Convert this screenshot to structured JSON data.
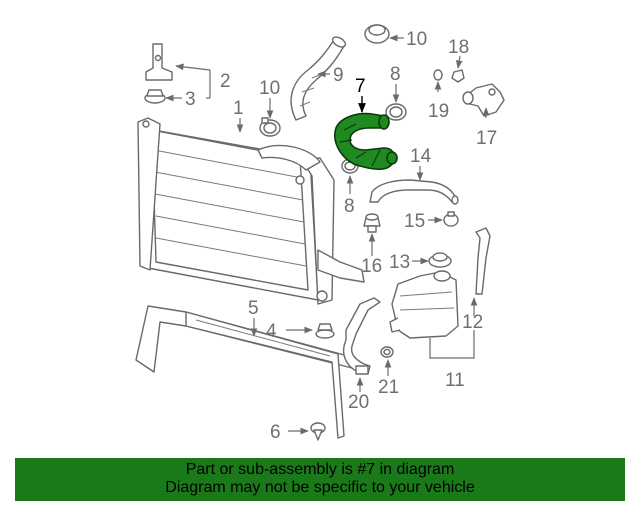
{
  "callouts": {
    "c1": "1",
    "c2": "2",
    "c3": "3",
    "c4": "4",
    "c5": "5",
    "c6": "6",
    "c7": "7",
    "c8a": "8",
    "c8b": "8",
    "c9": "9",
    "c10a": "10",
    "c10b": "10",
    "c11": "11",
    "c12": "12",
    "c13": "13",
    "c14": "14",
    "c15": "15",
    "c16": "16",
    "c17": "17",
    "c18": "18",
    "c19": "19",
    "c20": "20",
    "c21": "21"
  },
  "highlight": {
    "part": "7",
    "color": "#1f8a1f"
  },
  "banner": {
    "line1": "Part or sub-assembly is #7 in diagram",
    "line2": "Diagram may not be specific to your vehicle",
    "background": "#1a7a1a"
  }
}
